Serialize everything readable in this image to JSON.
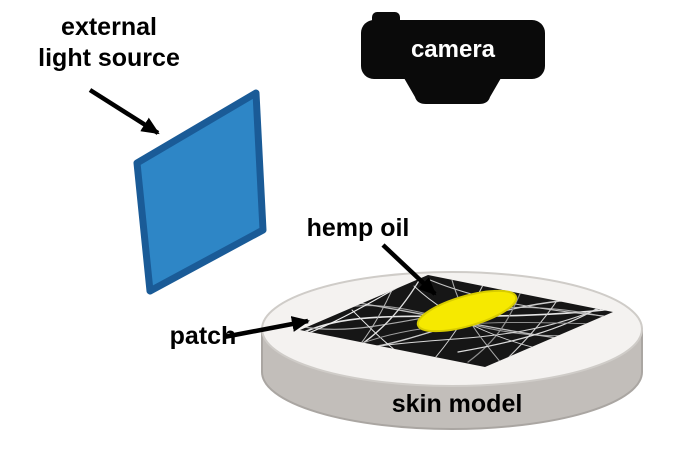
{
  "diagram": {
    "labels": {
      "light_source": "external\nlight source",
      "camera": "camera",
      "hemp_oil": "hemp oil",
      "patch": "patch",
      "skin_model": "skin model"
    },
    "colors": {
      "panel_fill": "#2e86c6",
      "panel_stroke": "#1a5b97",
      "camera_fill": "#0a0a0a",
      "camera_text": "#ffffff",
      "oil_fill": "#f6e900",
      "oil_stroke": "#d8cc00",
      "patch_fill": "#161616",
      "cylinder_side": "#c2beba",
      "cylinder_side_stroke": "#aaa6a2",
      "cylinder_top": "#f4f2f0",
      "cylinder_top_stroke": "#cfccc8",
      "arrow": "#000000"
    }
  }
}
